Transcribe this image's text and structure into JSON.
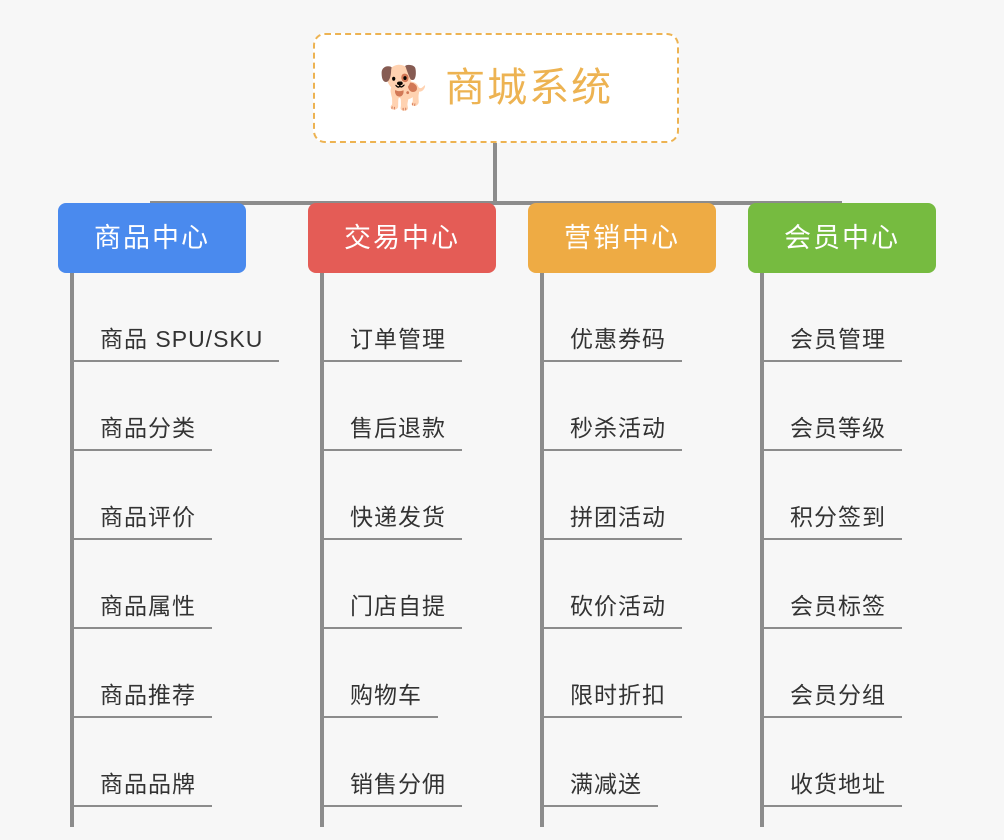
{
  "background_color": "#f7f7f7",
  "root": {
    "icon": "shiba-dog-face-emoji",
    "emoji": "🐕",
    "title": "商城系统",
    "border_color": "#edb352",
    "text_color": "#edb352",
    "fill_color": "#ffffff"
  },
  "connector_color": "#8c8c8c",
  "leaf_text_color": "#333333",
  "columns": [
    {
      "id": "product-center",
      "label": "商品中心",
      "color": "#4a8aee",
      "items": [
        {
          "label": "商品 SPU/SKU"
        },
        {
          "label": "商品分类"
        },
        {
          "label": "商品评价"
        },
        {
          "label": "商品属性"
        },
        {
          "label": "商品推荐"
        },
        {
          "label": "商品品牌"
        }
      ]
    },
    {
      "id": "trade-center",
      "label": "交易中心",
      "color": "#e45c56",
      "items": [
        {
          "label": "订单管理"
        },
        {
          "label": "售后退款"
        },
        {
          "label": "快递发货"
        },
        {
          "label": "门店自提"
        },
        {
          "label": "购物车"
        },
        {
          "label": "销售分佣"
        }
      ]
    },
    {
      "id": "marketing-center",
      "label": "营销中心",
      "color": "#eeab44",
      "items": [
        {
          "label": "优惠券码"
        },
        {
          "label": "秒杀活动"
        },
        {
          "label": "拼团活动"
        },
        {
          "label": "砍价活动"
        },
        {
          "label": "限时折扣"
        },
        {
          "label": "满减送"
        }
      ]
    },
    {
      "id": "member-center",
      "label": "会员中心",
      "color": "#76bb40",
      "items": [
        {
          "label": "会员管理"
        },
        {
          "label": "会员等级"
        },
        {
          "label": "积分签到"
        },
        {
          "label": "会员标签"
        },
        {
          "label": "会员分组"
        },
        {
          "label": "收货地址"
        }
      ]
    }
  ]
}
